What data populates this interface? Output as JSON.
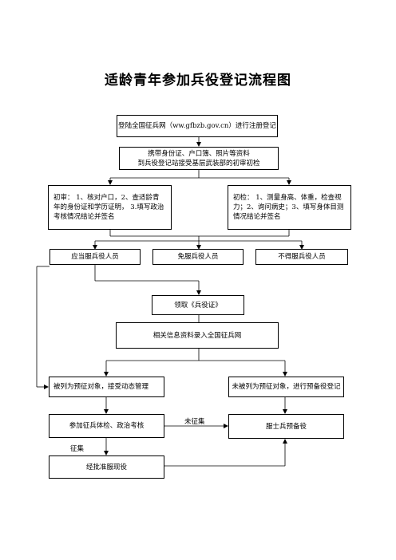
{
  "title": "适龄青年参加兵役登记流程图",
  "steps": {
    "register": "登陆全国征兵网（ww.gfbzb.gov.cn）进行注册登记",
    "initial_check": [
      "携带身份证、户口簿、照片等资料",
      "到兵役登记站接受基层武装部的初审初检"
    ],
    "review": "初审：  1、核对户口，2、查适龄青年的身份证和学历证明，  3.填写政治考核情况结论并签名",
    "physical": "初检：  1、测量身高、体重，检查视力；2、询问病史；3、填写身体目测情况结论并签名",
    "must_serve": "应当服兵役人员",
    "exempt": "免服兵役人员",
    "not_serve": "不得服兵役人员",
    "certificate": "领取《兵役证》",
    "database": "相关信息资料录入全国征兵网",
    "pre_selected": "被列为预征对象，接受动态管理",
    "not_pre_selected": "未被列为预征对象，进行预备役登记",
    "exam": "参加征兵体检、政治考核",
    "reserve": "服士兵预备役",
    "approved": "经批准服现役"
  },
  "labels": {
    "not_enlisted": "未征集",
    "enlisted": "征集"
  }
}
